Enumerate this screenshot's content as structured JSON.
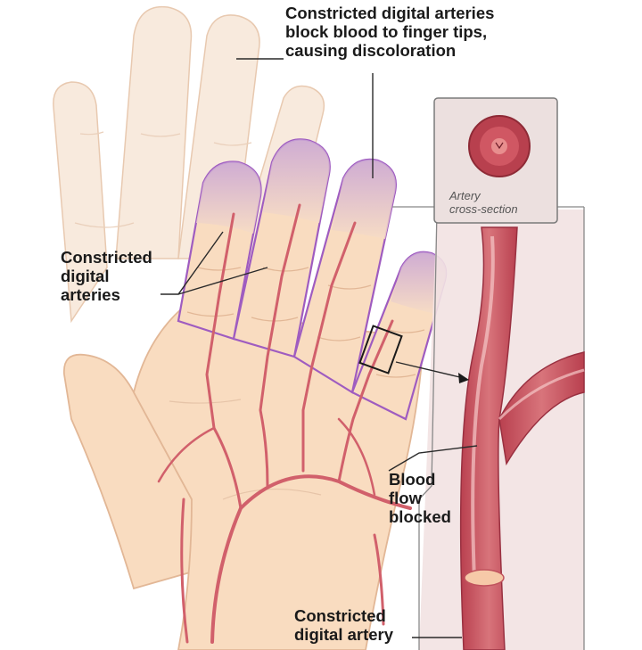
{
  "labels": {
    "top_callout": [
      "Constricted digital arteries",
      "block blood to finger tips,",
      "causing discoloration"
    ],
    "left_callout": [
      "Constricted",
      "digital",
      "arteries"
    ],
    "inset_caption": [
      "Artery",
      "cross-section"
    ],
    "blood_flow": [
      "Blood",
      "flow",
      "blocked"
    ],
    "bottom_callout": [
      "Constricted",
      "digital artery"
    ]
  },
  "colors": {
    "skin": "#f9dcc0",
    "skin_back": "#f7e6d6",
    "artery": "#d1606b",
    "artery_dark": "#a8374a",
    "fingertip_purple": "#c9a6d6",
    "inset_bg": "#efe3e3"
  }
}
